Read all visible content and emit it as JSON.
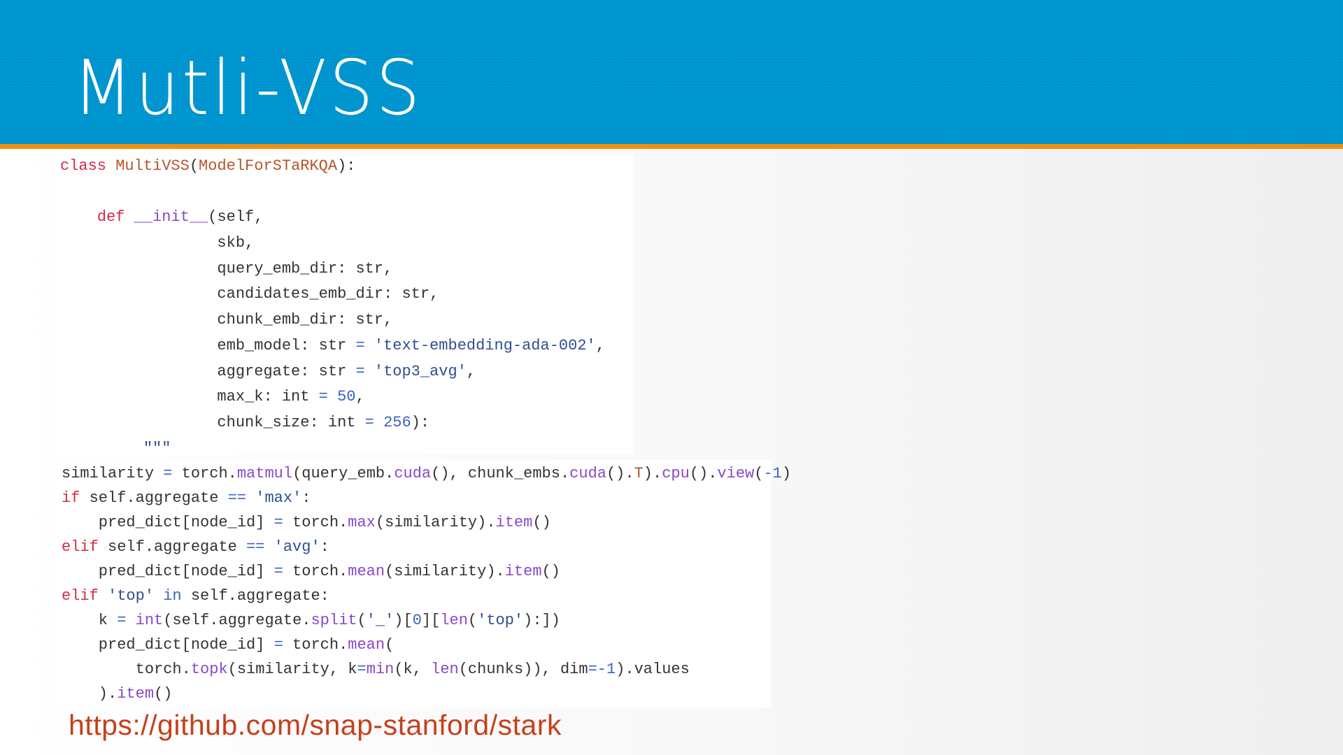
{
  "slide": {
    "title": "Mutli-VSS",
    "link": "https://github.com/snap-stanford/stark"
  },
  "code1": [
    [
      [
        "class ",
        "kw"
      ],
      [
        "MultiVSS",
        "cls"
      ],
      [
        "(",
        "t"
      ],
      [
        "ModelForSTaRKQA",
        "cls"
      ],
      [
        "):",
        "t"
      ]
    ],
    [],
    [
      [
        "    ",
        "t"
      ],
      [
        "def ",
        "kw"
      ],
      [
        "__init__",
        "fn"
      ],
      [
        "(self,",
        "t"
      ]
    ],
    [
      [
        "                 skb,",
        "t"
      ]
    ],
    [
      [
        "                 query_emb_dir: str,",
        "t"
      ]
    ],
    [
      [
        "                 candidates_emb_dir: str,",
        "t"
      ]
    ],
    [
      [
        "                 chunk_emb_dir: str,",
        "t"
      ]
    ],
    [
      [
        "                 emb_model: str ",
        "t"
      ],
      [
        "=",
        "op"
      ],
      [
        " ",
        "t"
      ],
      [
        "'text-embedding-ada-002'",
        "str"
      ],
      [
        ",",
        "t"
      ]
    ],
    [
      [
        "                 aggregate: str ",
        "t"
      ],
      [
        "=",
        "op"
      ],
      [
        " ",
        "t"
      ],
      [
        "'top3_avg'",
        "str"
      ],
      [
        ",",
        "t"
      ]
    ],
    [
      [
        "                 max_k: int ",
        "t"
      ],
      [
        "=",
        "op"
      ],
      [
        " ",
        "t"
      ],
      [
        "50",
        "num"
      ],
      [
        ",",
        "t"
      ]
    ],
    [
      [
        "                 chunk_size: int ",
        "t"
      ],
      [
        "=",
        "op"
      ],
      [
        " ",
        "t"
      ],
      [
        "256",
        "num"
      ],
      [
        "):",
        "t"
      ]
    ],
    [
      [
        "         \"\"\"",
        "str"
      ]
    ]
  ],
  "code2": [
    [
      [
        "similarity ",
        "t"
      ],
      [
        "=",
        "op"
      ],
      [
        " torch.",
        "t"
      ],
      [
        "matmul",
        "fn"
      ],
      [
        "(query_emb.",
        "t"
      ],
      [
        "cuda",
        "fn"
      ],
      [
        "(), chunk_embs.",
        "t"
      ],
      [
        "cuda",
        "fn"
      ],
      [
        "().",
        "t"
      ],
      [
        "T",
        "cls"
      ],
      [
        ").",
        "t"
      ],
      [
        "cpu",
        "fn"
      ],
      [
        "().",
        "t"
      ],
      [
        "view",
        "fn"
      ],
      [
        "(",
        "t"
      ],
      [
        "-1",
        "num"
      ],
      [
        ")",
        "t"
      ]
    ],
    [
      [
        "if",
        "kw"
      ],
      [
        " self.aggregate ",
        "t"
      ],
      [
        "==",
        "op"
      ],
      [
        " ",
        "t"
      ],
      [
        "'max'",
        "str"
      ],
      [
        ":",
        "t"
      ]
    ],
    [
      [
        "    pred_dict[node_id] ",
        "t"
      ],
      [
        "=",
        "op"
      ],
      [
        " torch.",
        "t"
      ],
      [
        "max",
        "fn"
      ],
      [
        "(similarity).",
        "t"
      ],
      [
        "item",
        "fn"
      ],
      [
        "()",
        "t"
      ]
    ],
    [
      [
        "elif",
        "kw"
      ],
      [
        " self.aggregate ",
        "t"
      ],
      [
        "==",
        "op"
      ],
      [
        " ",
        "t"
      ],
      [
        "'avg'",
        "str"
      ],
      [
        ":",
        "t"
      ]
    ],
    [
      [
        "    pred_dict[node_id] ",
        "t"
      ],
      [
        "=",
        "op"
      ],
      [
        " torch.",
        "t"
      ],
      [
        "mean",
        "fn"
      ],
      [
        "(similarity).",
        "t"
      ],
      [
        "item",
        "fn"
      ],
      [
        "()",
        "t"
      ]
    ],
    [
      [
        "elif",
        "kw"
      ],
      [
        " ",
        "t"
      ],
      [
        "'top'",
        "str"
      ],
      [
        " ",
        "t"
      ],
      [
        "in",
        "op"
      ],
      [
        " self.aggregate:",
        "t"
      ]
    ],
    [
      [
        "    k ",
        "t"
      ],
      [
        "=",
        "op"
      ],
      [
        " ",
        "t"
      ],
      [
        "int",
        "fn"
      ],
      [
        "(self.aggregate.",
        "t"
      ],
      [
        "split",
        "fn"
      ],
      [
        "(",
        "t"
      ],
      [
        "'_'",
        "str"
      ],
      [
        ")[",
        "t"
      ],
      [
        "0",
        "num"
      ],
      [
        "][",
        "t"
      ],
      [
        "len",
        "fn"
      ],
      [
        "(",
        "t"
      ],
      [
        "'top'",
        "str"
      ],
      [
        "):])",
        "t"
      ]
    ],
    [
      [
        "    pred_dict[node_id] ",
        "t"
      ],
      [
        "=",
        "op"
      ],
      [
        " torch.",
        "t"
      ],
      [
        "mean",
        "fn"
      ],
      [
        "(",
        "t"
      ]
    ],
    [
      [
        "        torch.",
        "t"
      ],
      [
        "topk",
        "fn"
      ],
      [
        "(similarity, k",
        "t"
      ],
      [
        "=",
        "op"
      ],
      [
        "min",
        "fn"
      ],
      [
        "(k, ",
        "t"
      ],
      [
        "len",
        "fn"
      ],
      [
        "(chunks)), dim",
        "t"
      ],
      [
        "=-1",
        "num"
      ],
      [
        ").values",
        "t"
      ]
    ],
    [
      [
        "    ).",
        "t"
      ],
      [
        "item",
        "fn"
      ],
      [
        "()",
        "t"
      ]
    ]
  ]
}
